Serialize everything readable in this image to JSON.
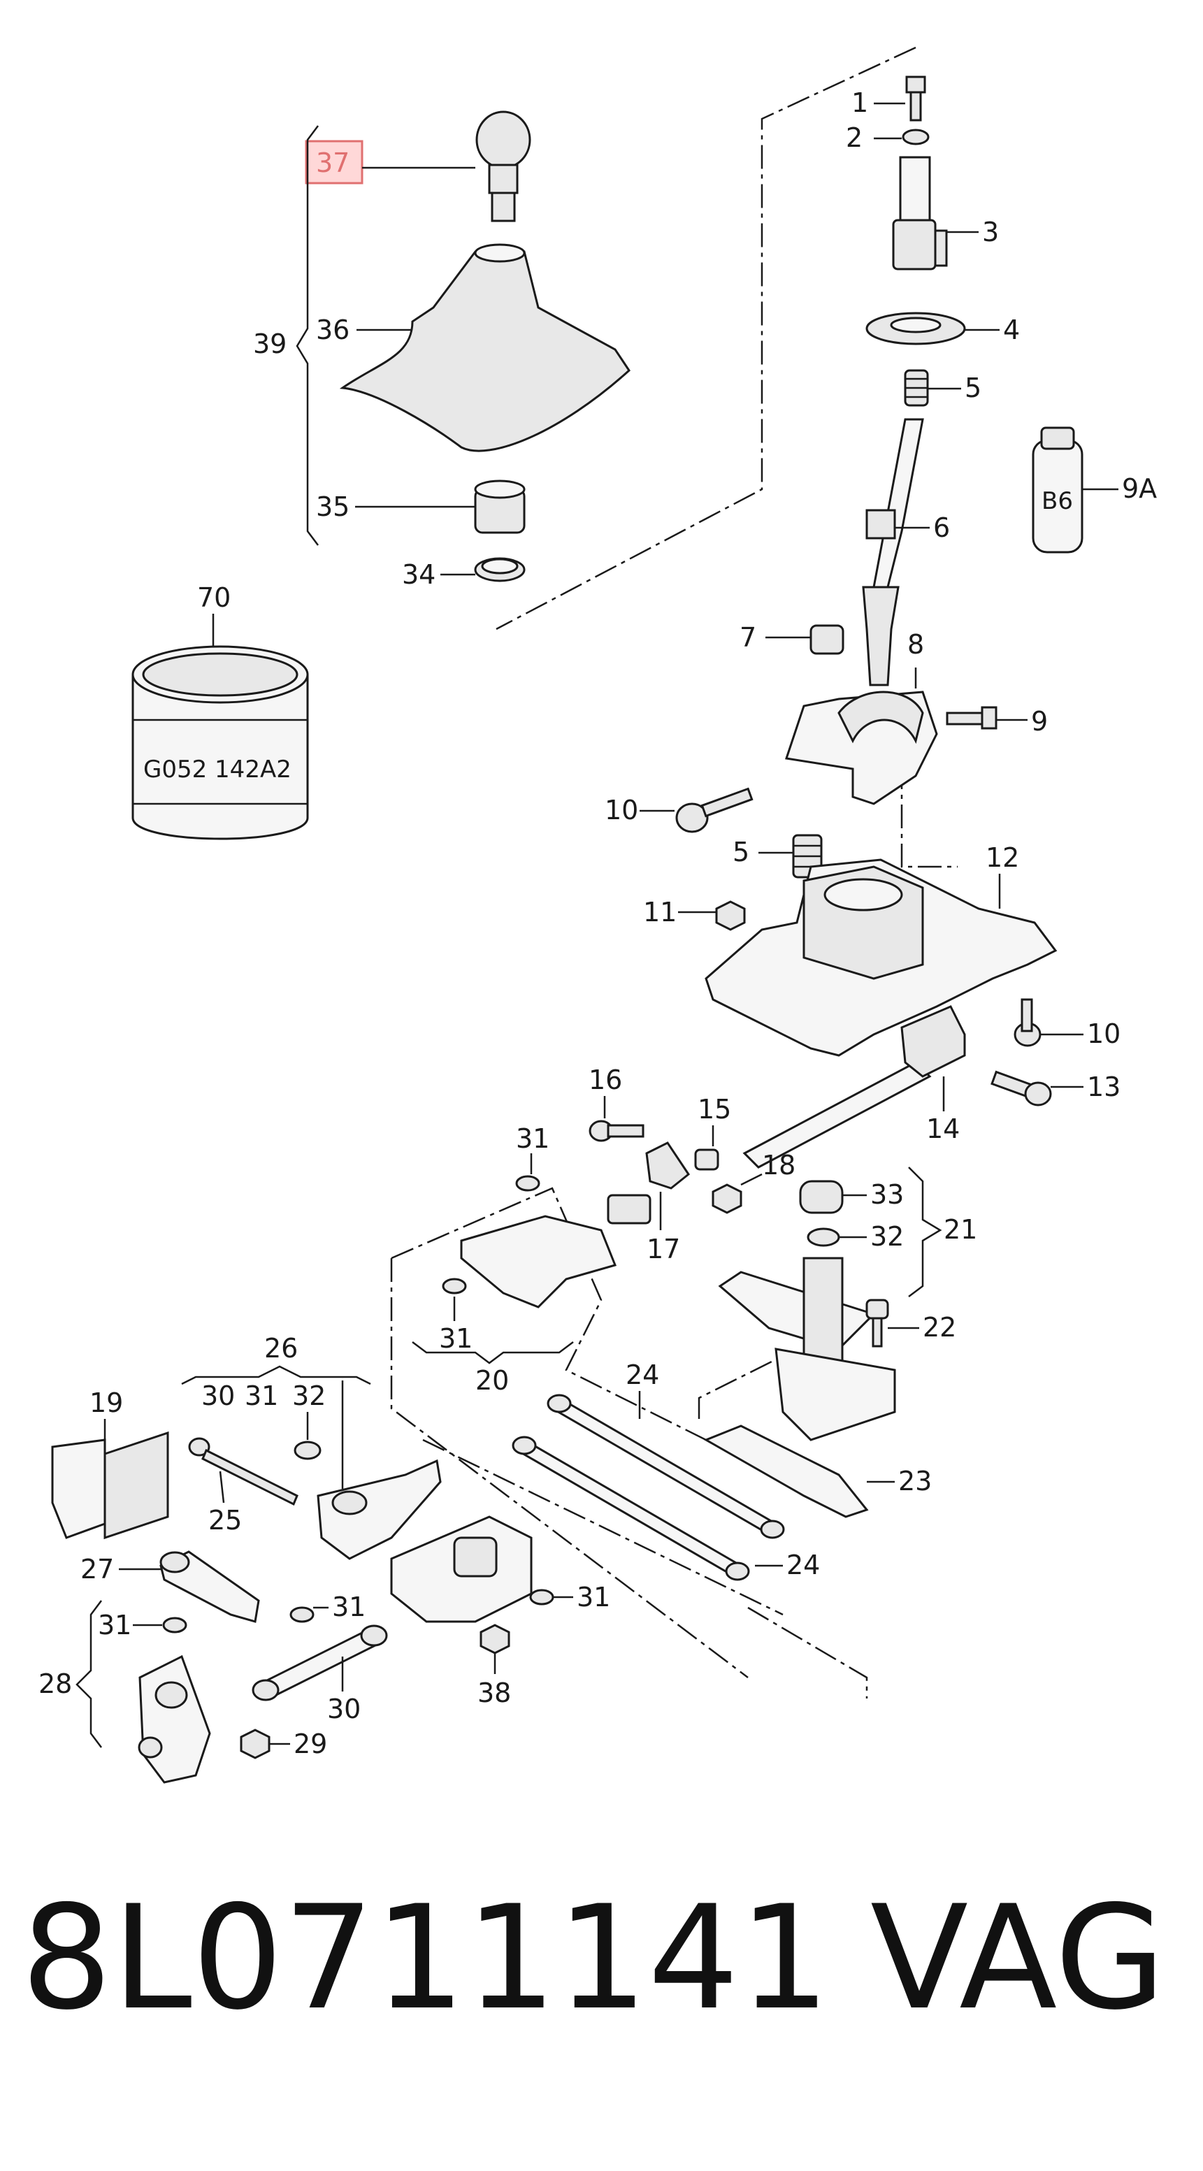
{
  "diagram": {
    "labels": {
      "p1": "1",
      "p2": "2",
      "p3": "3",
      "p4": "4",
      "p5a": "5",
      "p5b": "5",
      "p6": "6",
      "p7": "7",
      "p8": "8",
      "p9": "9",
      "p9A": "9A",
      "p10a": "10",
      "p10b": "10",
      "p11": "11",
      "p12": "12",
      "p13": "13",
      "p14": "14",
      "p15": "15",
      "p16": "16",
      "p17": "17",
      "p18": "18",
      "p19": "19",
      "p20": "20",
      "p21": "21",
      "p22": "22",
      "p23": "23",
      "p24a": "24",
      "p24b": "24",
      "p25": "25",
      "p26": "26",
      "p27": "27",
      "p28": "28",
      "p29": "29",
      "p30a": "30",
      "p30b": "30",
      "p31a": "31",
      "p31b": "31",
      "p31c": "31",
      "p31d": "31",
      "p31e": "31",
      "p31f": "31",
      "p32a": "32",
      "p32b": "32",
      "p33": "33",
      "p34": "34",
      "p35": "35",
      "p36": "36",
      "p37": "37",
      "p38": "38",
      "p39": "39",
      "p70": "70"
    },
    "part_texts": {
      "can_marking": "G052 142A2",
      "bottle_marking": "B6"
    },
    "highlight_color": "#e07070"
  },
  "footer": {
    "part_number": "8L0711141",
    "brand": "VAG"
  }
}
